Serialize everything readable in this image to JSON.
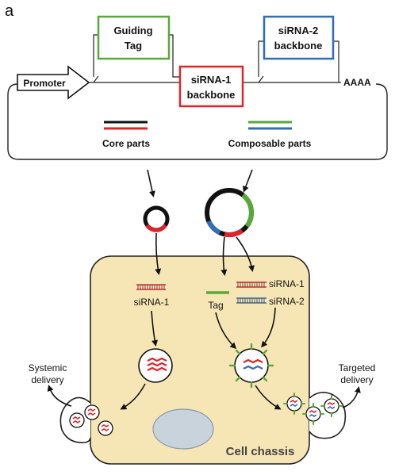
{
  "panel_label": "a",
  "construct": {
    "promoter": "Promoter",
    "guiding_tag": {
      "line1": "Guiding",
      "line2": "Tag",
      "color": "#5aa83a"
    },
    "sirna1_backbone": {
      "line1": "siRNA-1",
      "line2": "backbone",
      "color": "#e0232a"
    },
    "sirna2_backbone": {
      "line1": "siRNA-2",
      "line2": "backbone",
      "color": "#2f6fb5"
    },
    "polya": "AAAA",
    "legend": {
      "core": "Core parts",
      "composable": "Composable parts"
    }
  },
  "cell": {
    "fill": "#f7e6b5",
    "sirna1_left": "siRNA-1",
    "sirna1_right": "siRNA-1",
    "sirna2_right": "siRNA-2",
    "tag": "Tag",
    "chassis": "Cell chassis",
    "systemic": {
      "line1": "Systemic",
      "line2": "delivery"
    },
    "targeted": {
      "line1": "Targeted",
      "line2": "delivery"
    }
  }
}
